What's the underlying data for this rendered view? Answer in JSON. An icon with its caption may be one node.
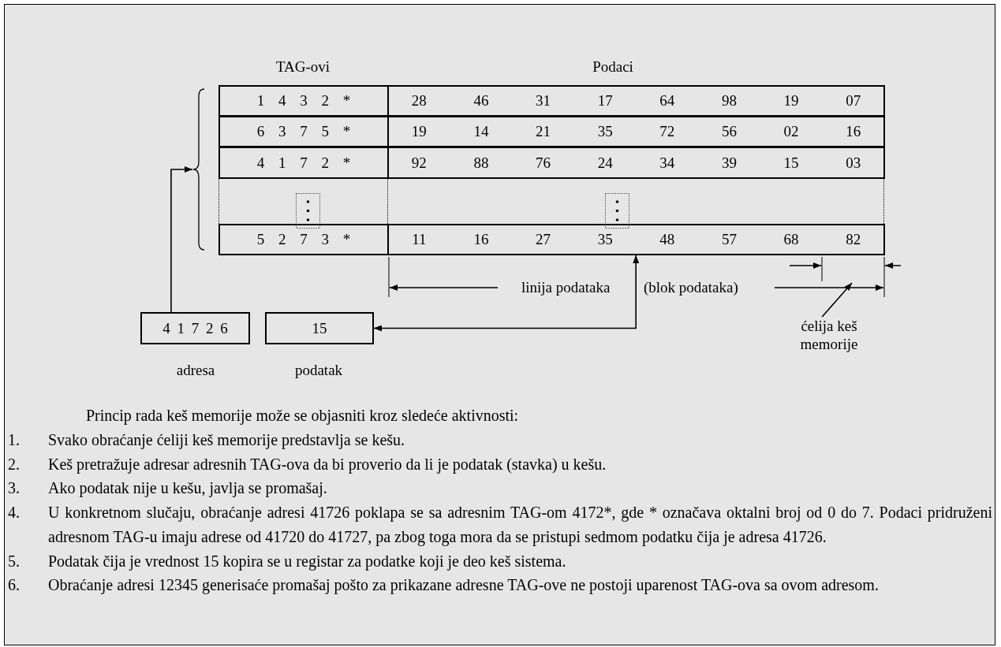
{
  "diagram": {
    "nodes": [
      {
        "text": [
          "4 1 7 2 6"
        ],
        "beside": [
          "adresa"
        ]
      },
      {
        "text": [
          "15"
        ],
        "beside": [
          "podatak"
        ]
      },
      {
        "text": [],
        "shape": "brace"
      },
      {
        "text": [],
        "shape": "box"
      },
      {
        "text": [
          "ćelija keš memorije"
        ]
      }
    ],
    "edges": [
      {
        "from": 0,
        "to": 2,
        "arrow": "to"
      },
      {
        "from": 3,
        "to": 1,
        "arrow": "both"
      },
      {
        "from": 4,
        "to": null,
        "arrow": "to"
      }
    ],
    "labels": [
      "TAG-ovi",
      "Podaci",
      "1 4 3 2 *",
      "28",
      "46",
      "31",
      "17",
      "64",
      "98",
      "19",
      "07",
      "6 3 7 5 *",
      "19",
      "14",
      "21",
      "35",
      "72",
      "56",
      "02",
      "16",
      "4 1 7 2 *",
      "92",
      "88",
      "76",
      "24",
      "34",
      "39",
      "15",
      "03",
      "5 2 7 3 *",
      "11",
      "16",
      "27",
      "35",
      "48",
      "57",
      "68",
      "82",
      "linija podataka",
      "(blok podataka)",
      "Princip rada keš memorije može se objasniti kroz sledeće aktivnosti:",
      "1.",
      "Svako obraćanje ćeliji keš memorije predstavlja se kešu.",
      "2.",
      "Keš pretražuje adresar adresnih TAG-ova da bi proverio da li je podatak (stavka) u kešu.",
      "3.",
      "Ako podatak nije u kešu, javlja se promašaj.",
      "4.",
      "U konkretnom slučaju, obraćanje adresi 41726 poklapa se sa adresnim TAG-om 4172*, gde * označava oktalni broj od 0 do 7. Podaci pridruženi adresnom TAG-u imaju adrese od 41720 do 41727, pa zbog toga mora da se pristupi sedmom podatku čija je adresa 41726.",
      "5.",
      "Podatak čija je vrednost 15 kopira se u registar za podatke koji je deo keš sistema.",
      "6.",
      "Obraćanje adresi 12345 generisaće promašaj pošto za prikazane adresne TAG-ove ne postoji uparenost TAG-ova sa ovom adresom."
    ]
  }
}
